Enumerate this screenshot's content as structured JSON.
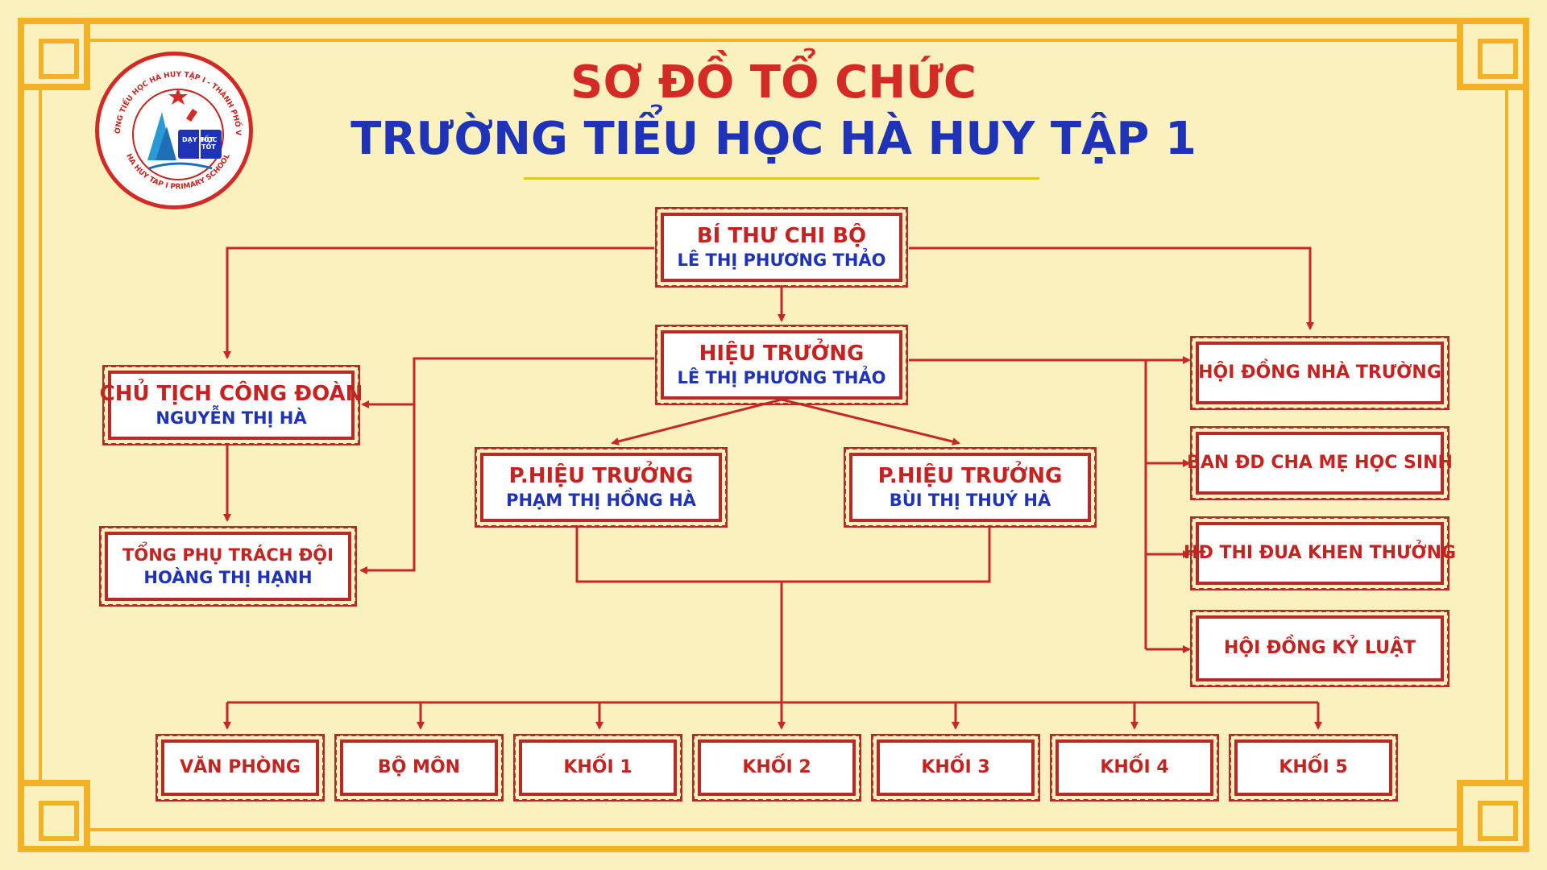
{
  "title": {
    "line1": "SƠ ĐỒ TỔ CHỨC",
    "line2": "TRƯỜNG TIỂU HỌC HÀ HUY TẬP 1"
  },
  "logo": {
    "top_text": "TRƯỜNG TIỂU HỌC HÀ HUY TẬP I - THÀNH PHỐ VINH",
    "bottom_text": "HA HUY TAP I PRIMARY SCHOOL",
    "motto": [
      "DẠY TỐT",
      "HỌC TỐT"
    ]
  },
  "nodes": {
    "bi_thu": {
      "role": "BÍ THƯ CHI BỘ",
      "name": "LÊ THỊ PHƯƠNG THẢO"
    },
    "hieu_truong": {
      "role": "HIỆU TRƯỞNG",
      "name": "LÊ THỊ PHƯƠNG THẢO"
    },
    "cong_doan": {
      "role": "CHỦ TỊCH CÔNG ĐOÀN",
      "name": "NGUYỄN THỊ HÀ"
    },
    "tong_phu_trach": {
      "role": "TỔNG PHỤ TRÁCH ĐỘI",
      "name": "HOÀNG THỊ HẠNH"
    },
    "pho_hieu_truong_1": {
      "role": "P.HIỆU TRƯỞNG",
      "name": "PHẠM THỊ HỒNG HÀ"
    },
    "pho_hieu_truong_2": {
      "role": "P.HIỆU TRƯỞNG",
      "name": "BÙI THỊ THUÝ HÀ"
    },
    "hoi_dong_nha_truong": {
      "role": "HỘI ĐỒNG NHÀ TRƯỜNG"
    },
    "ban_dd_cha_me": {
      "role": "BAN ĐD CHA MẸ HỌC SINH"
    },
    "hd_thi_dua": {
      "role": "HĐ THI ĐUA KHEN THƯỞNG"
    },
    "hoi_dong_ky_luat": {
      "role": "HỘI ĐỒNG KỶ LUẬT"
    },
    "van_phong": {
      "role": "VĂN PHÒNG"
    },
    "bo_mon": {
      "role": "BỘ MÔN"
    },
    "khoi_1": {
      "role": "KHỐI 1"
    },
    "khoi_2": {
      "role": "KHỐI 2"
    },
    "khoi_3": {
      "role": "KHỐI 3"
    },
    "khoi_4": {
      "role": "KHỐI 4"
    },
    "khoi_5": {
      "role": "KHỐI 5"
    }
  },
  "colors": {
    "background": "#fbf1bf",
    "frame": "#f2b126",
    "role_text": "#c4231f",
    "name_text": "#1f33b8",
    "connector": "#c62828"
  }
}
